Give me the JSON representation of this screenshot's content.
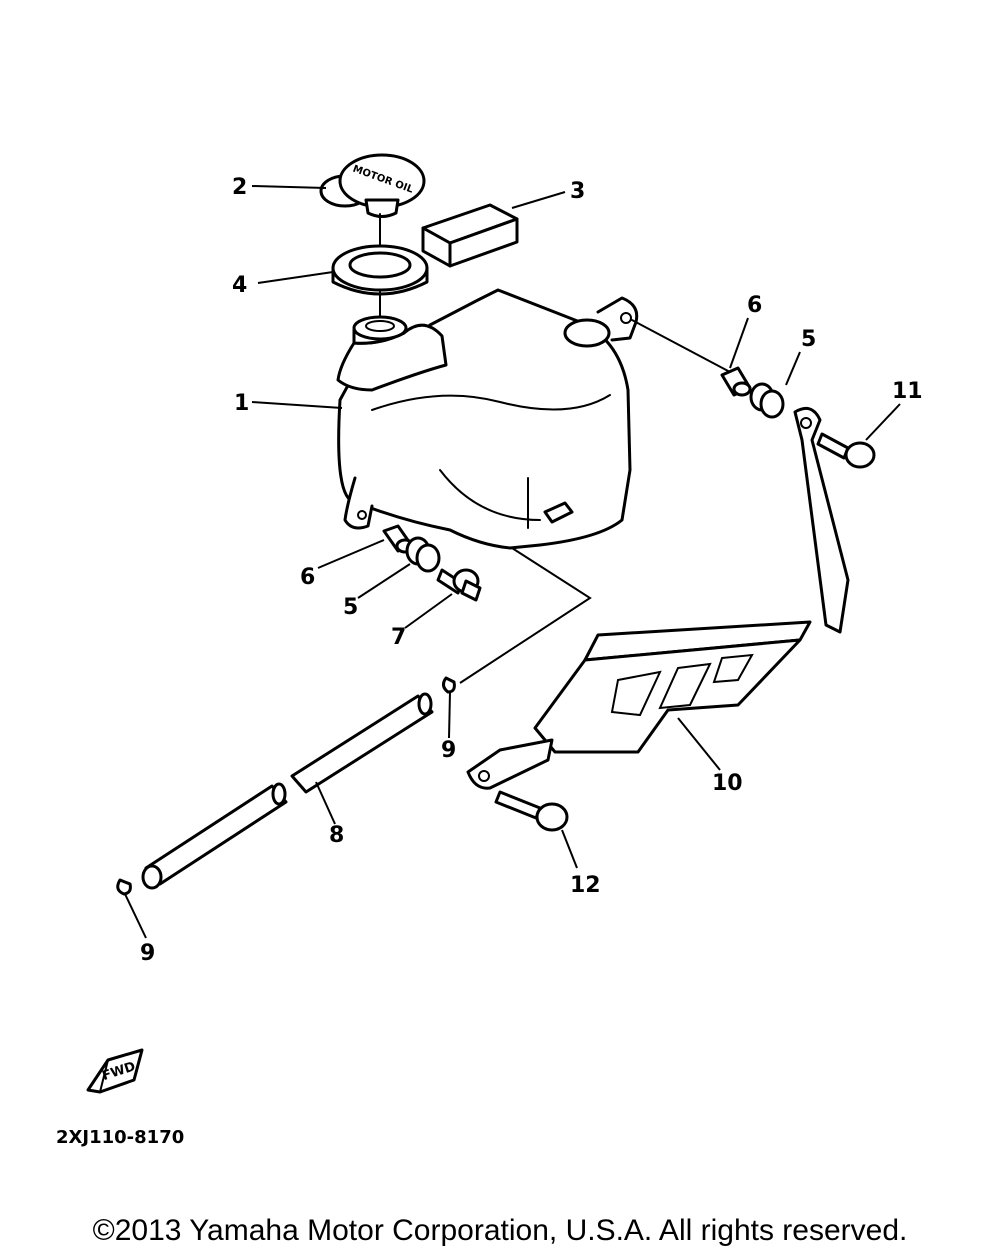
{
  "callouts": {
    "c1": "1",
    "c2": "2",
    "c3": "3",
    "c4": "4",
    "c5a": "5",
    "c5b": "5",
    "c6a": "6",
    "c6b": "6",
    "c7": "7",
    "c8": "8",
    "c9a": "9",
    "c9b": "9",
    "c10": "10",
    "c11": "11",
    "c12": "12"
  },
  "cap_text": "MOTOR OIL",
  "fwd_text": "FWD",
  "diagram_code": "2XJ110-8170",
  "copyright": "©2013 Yamaha Motor Corporation, U.S.A. All rights reserved."
}
